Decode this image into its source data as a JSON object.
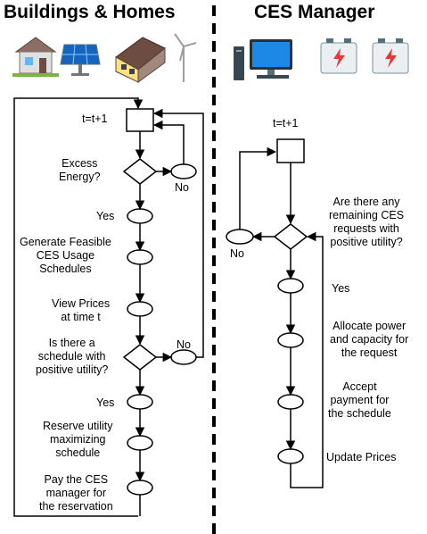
{
  "headers": {
    "left": "Buildings & Homes",
    "right": "CES Manager"
  },
  "icons": {
    "left": [
      "house-icon",
      "solar-panel-icon",
      "building-icon",
      "wind-turbine-icon"
    ],
    "right": [
      "computer-icon",
      "battery-icon",
      "battery-icon"
    ]
  },
  "left_flow": {
    "time_step": "t=t+1",
    "q_excess": "Excess\nEnergy?",
    "no1": "No",
    "yes1": "Yes",
    "generate": "Generate Feasible\nCES Usage\nSchedules",
    "view_prices": "View Prices\nat time t",
    "q_schedule": "Is there a\nschedule with\npositive utility?",
    "no2": "No",
    "yes2": "Yes",
    "reserve": "Reserve utility\nmaximizing\nschedule",
    "pay": "Pay the CES\nmanager for\nthe reservation"
  },
  "right_flow": {
    "time_step": "t=t+1",
    "q_requests": "Are there any\nremaining CES\nrequests with\npositive utility?",
    "no": "No",
    "yes": "Yes",
    "allocate": "Allocate power\nand capacity for\nthe request",
    "accept": "Accept\npayment for\nthe schedule",
    "update": "Update Prices"
  },
  "colors": {
    "stroke": "#000000",
    "screen": "#1e88e5",
    "battery_symbol": "#e53935",
    "roof": "#8d6e63"
  }
}
